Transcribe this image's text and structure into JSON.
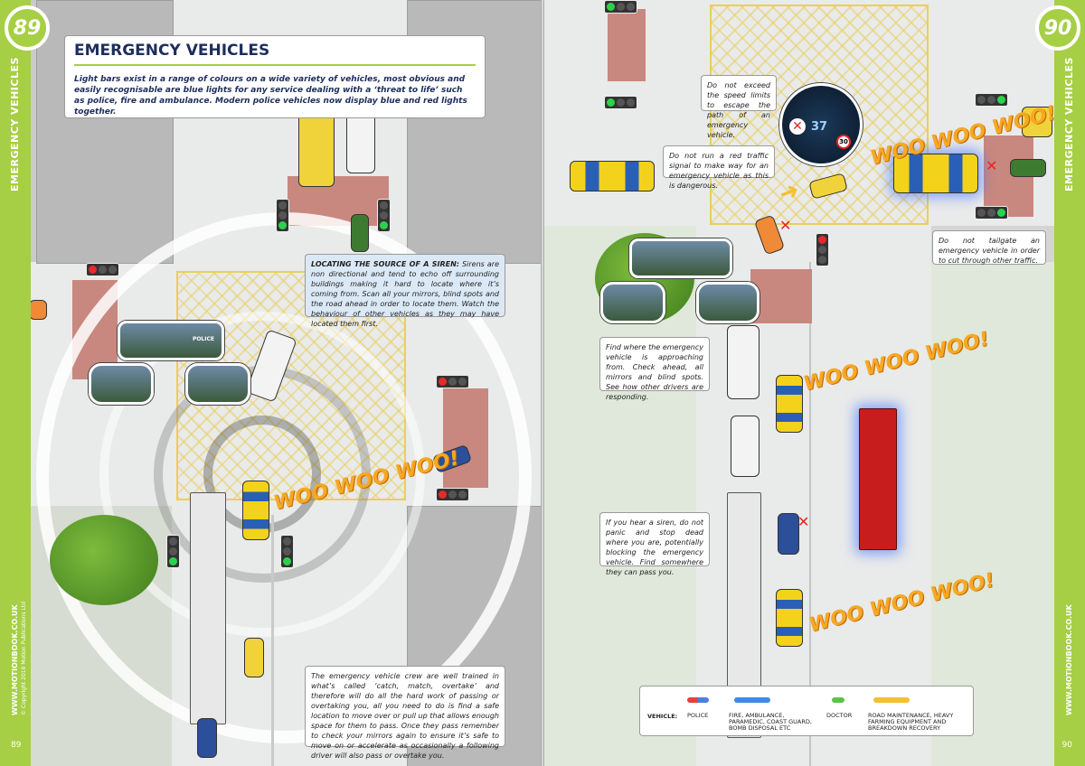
{
  "page_left": {
    "number": "89",
    "sidebar_title": "EMERGENCY VEHICLES",
    "sidebar_url": "WWW.MOTIONBOOK.CO.UK",
    "sidebar_copyright": "© Copyright 2018 Motion Publications Ltd",
    "footer_number": "89"
  },
  "page_right": {
    "number": "90",
    "sidebar_title": "EMERGENCY VEHICLES",
    "sidebar_url": "WWW.MOTIONBOOK.CO.UK",
    "footer_number": "90"
  },
  "title_box": {
    "heading": "EMERGENCY VEHICLES",
    "intro": "Light bars exist in a range of colours on a wide variety of vehicles, most obvious and easily recognisable are blue lights for any service dealing with a ‘threat to life’ such as police, fire and ambulance. Modern police vehicles now display blue and red lights together."
  },
  "callouts": {
    "siren_heading": "LOCATING THE SOURCE OF A SIREN:",
    "siren_body": " Sirens are non directional and tend to echo off surrounding buildings making it hard to locate where it’s coming from. Scan all your mirrors, blind spots and the road ahead in order to locate them. Watch the behaviour of other vehicles as they may have located them first.",
    "crew": "The emergency vehicle crew are well trained in what’s called ‘catch, match, overtake’ and therefore will do all the hard work of passing or overtaking you, all you need to do is find a safe location to move over or pull up that allows enough space for them to pass. Once they pass remember to check your mirrors again to ensure it’s safe to move on or accelerate as occasionally a following driver will also pass or overtake you.",
    "speed": "Do not exceed the speed limits to escape the path of an emergency vehicle.",
    "red_signal": "Do not run a red traffic signal to make way for an emergency vehicle as this is dangerous.",
    "tailgate": "Do not tailgate an emergency vehicle in order to cut through other traffic.",
    "find": "Find where the emergency vehicle is approaching from. Check ahead, all mirrors and blind spots. See how other drivers are responding.",
    "panic": "If you hear a siren, do not panic and stop dead where you are, potentially blocking the emergency vehicle. Find somewhere they can pass you."
  },
  "woo_text": "WOO WOO WOO!",
  "scene_labels": {
    "police": "POLICE",
    "gauge_speed": "37",
    "gauge_limit": "30"
  },
  "legend": {
    "vehicle_label": "VEHICLE:",
    "items": [
      {
        "label": "POLICE",
        "color": "#4d7fe0",
        "accent": "#e84040"
      },
      {
        "label": "FIRE, AMBULANCE, PARAMEDIC, COAST GUARD, BOMB DISPOSAL ETC",
        "color": "#3d8ae8",
        "accent": "#3d8ae8"
      },
      {
        "label": "DOCTOR",
        "color": "#5cc24a",
        "accent": "#5cc24a"
      },
      {
        "label": "ROAD MAINTENANCE, HEAVY FARMING EQUIPMENT AND BREAKDOWN RECOVERY",
        "color": "#f4c030",
        "accent": "#f4c030"
      }
    ]
  },
  "colors": {
    "sidebar_green": "#a6cf45",
    "title_navy": "#1d2d5c",
    "woo_orange": "#f7a823"
  }
}
